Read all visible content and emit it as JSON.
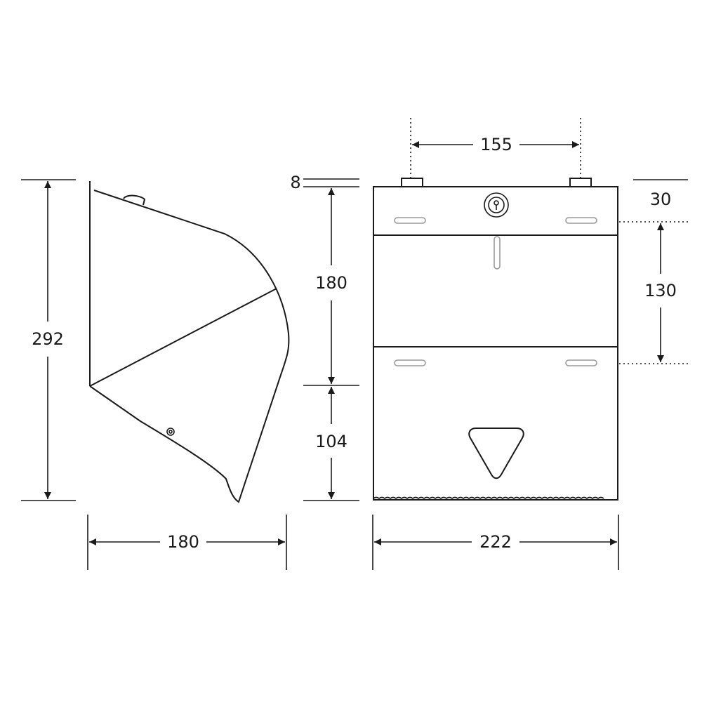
{
  "side_view": {
    "height_label": "292",
    "depth_label": "180"
  },
  "front_view": {
    "mount_spacing_label": "155",
    "top_offset_label": "8",
    "upper_height_label": "180",
    "lower_height_label": "104",
    "width_label": "222",
    "top_band_label": "30",
    "window_height_label": "130"
  },
  "icons": {
    "lock": "keyhole-lock-icon",
    "dispense": "triangle-dispense-icon",
    "screw": "screw-icon"
  },
  "colors": {
    "line": "#1a1a1a",
    "slot": "#9a9a9a",
    "background": "#ffffff"
  }
}
